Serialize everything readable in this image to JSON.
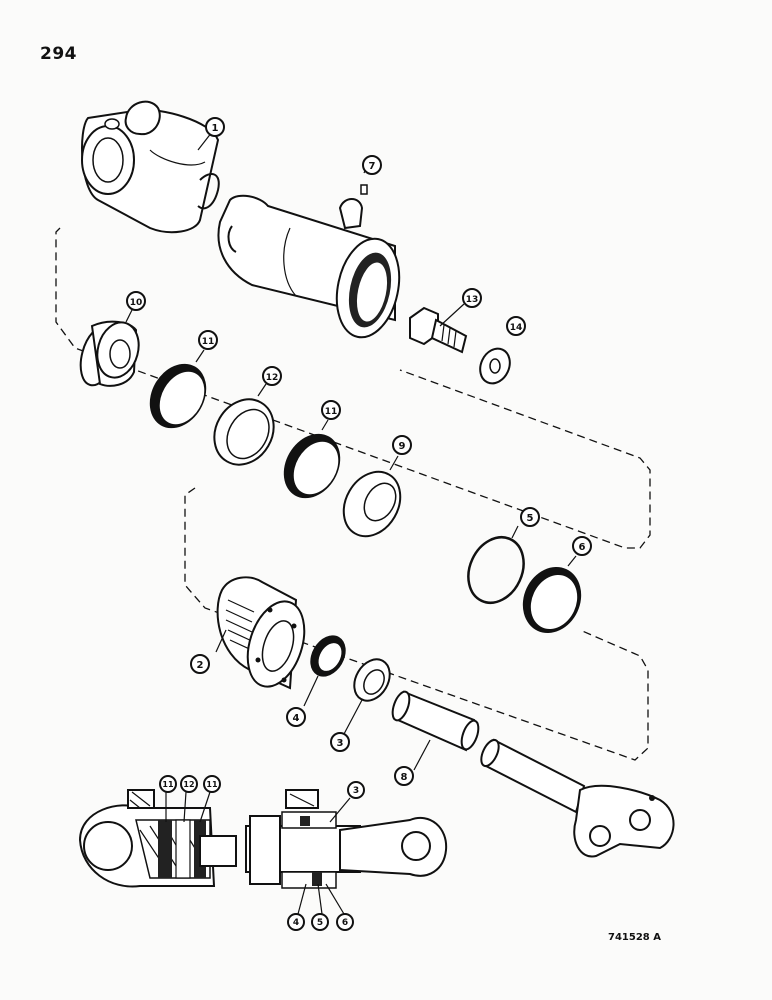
{
  "page_number": "294",
  "figure_id": "741528 A",
  "callouts": {
    "c1": "1",
    "c2": "2",
    "c3": "3",
    "c4": "4",
    "c5": "5",
    "c6": "6",
    "c7": "7",
    "c8": "8",
    "c9": "9",
    "c10": "10",
    "c11a": "11",
    "c11b": "11",
    "c12": "12",
    "c13": "13",
    "c14": "14",
    "s11a": "11",
    "s12": "12",
    "s11b": "11",
    "s3": "3",
    "s4": "4",
    "s5": "5",
    "s6": "6"
  }
}
